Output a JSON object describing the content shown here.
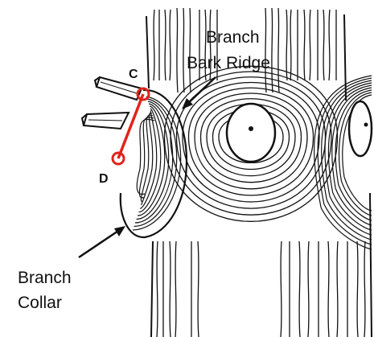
{
  "labels": {
    "branch_bark_ridge_line1": "Branch",
    "branch_bark_ridge_line2": "Bark Ridge",
    "branch_collar_line1": "Branch",
    "branch_collar_line2": "Collar",
    "point_c": "C",
    "point_d": "D"
  },
  "colors": {
    "ink": "#111111",
    "cut_line": "#e0241b",
    "background": "#ffffff"
  }
}
